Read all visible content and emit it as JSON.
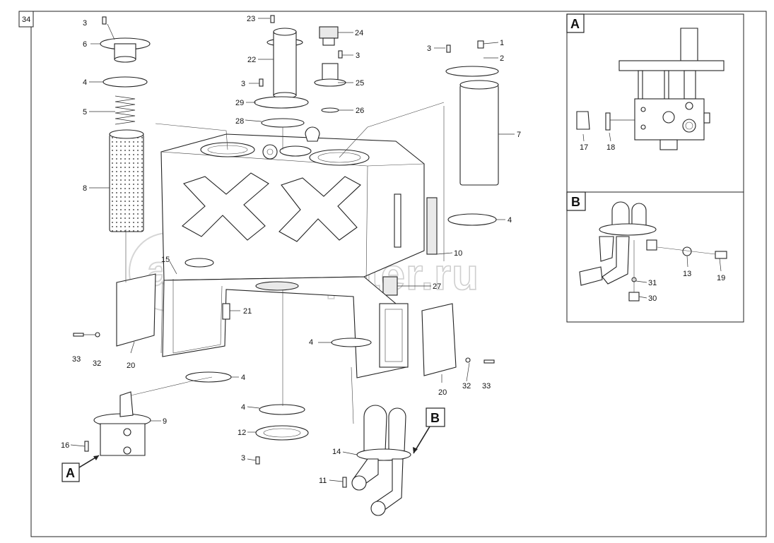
{
  "sheet": {
    "page_number": "34"
  },
  "watermark": {
    "text": "autopiter.ru"
  },
  "insets": [
    {
      "id": "A",
      "label": "A",
      "callouts": [
        "17",
        "18"
      ]
    },
    {
      "id": "B",
      "label": "B",
      "callouts": [
        "13",
        "19",
        "31",
        "30"
      ]
    }
  ],
  "view_markers": [
    {
      "id": "A",
      "label": "A"
    },
    {
      "id": "B",
      "label": "B"
    }
  ],
  "callouts": [
    "3",
    "6",
    "4",
    "5",
    "8",
    "23",
    "22",
    "3",
    "29",
    "28",
    "24",
    "3",
    "25",
    "26",
    "3",
    "1",
    "2",
    "7",
    "4",
    "10",
    "15",
    "27",
    "21",
    "4",
    "33",
    "32",
    "20",
    "20",
    "32",
    "33",
    "4",
    "4",
    "12",
    "3",
    "9",
    "16",
    "14",
    "11"
  ]
}
